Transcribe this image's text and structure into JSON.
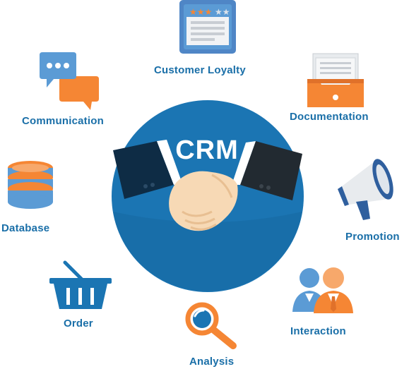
{
  "center": {
    "title": "CRM"
  },
  "nodes": [
    {
      "id": "customer-loyalty",
      "label": "Customer Loyalty",
      "icon": "rating-card-icon"
    },
    {
      "id": "documentation",
      "label": "Documentation",
      "icon": "document-tray-icon"
    },
    {
      "id": "promotion",
      "label": "Promotion",
      "icon": "megaphone-icon"
    },
    {
      "id": "interaction",
      "label": "Interaction",
      "icon": "people-icon"
    },
    {
      "id": "analysis",
      "label": "Analysis",
      "icon": "magnifier-icon"
    },
    {
      "id": "order",
      "label": "Order",
      "icon": "basket-icon"
    },
    {
      "id": "database",
      "label": "Database",
      "icon": "database-icon"
    },
    {
      "id": "communication",
      "label": "Communication",
      "icon": "chat-bubbles-icon"
    }
  ],
  "colors": {
    "label": "#1a6fa8",
    "circle": "#1b75b3",
    "circle_dark": "#155c8f",
    "orange": "#f58634",
    "blue_light": "#5b9bd5",
    "gray": "#d9dde2"
  }
}
